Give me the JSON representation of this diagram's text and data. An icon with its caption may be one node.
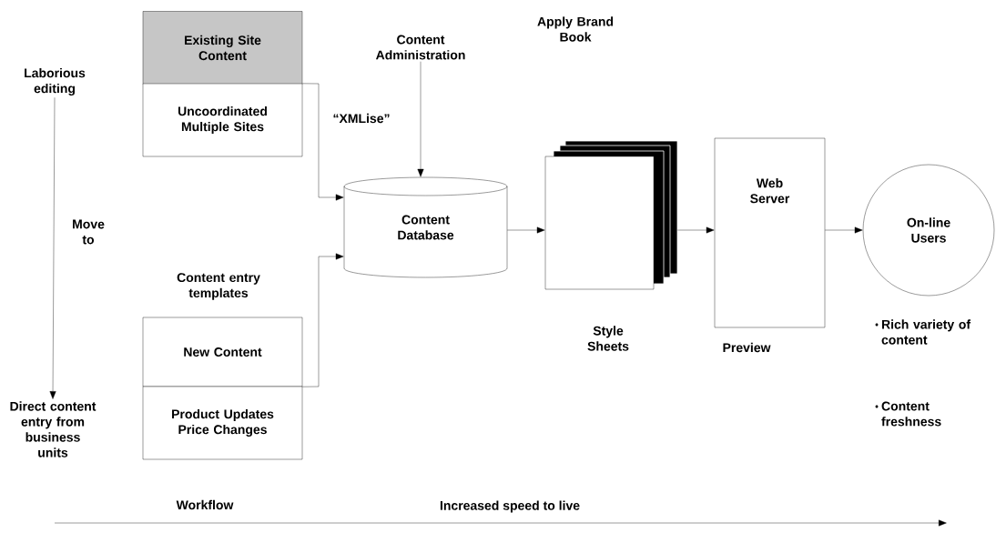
{
  "diagram": {
    "nodes": [
      {
        "text": [
          "Laborious editing"
        ]
      },
      {
        "text": [
          "Direct content entry from business units"
        ]
      },
      {
        "text": [
          "Existing Site Content"
        ]
      },
      {
        "text": [
          "Uncoordinated Multiple Sites"
        ]
      },
      {
        "text": [
          "Content Administration"
        ]
      },
      {
        "text": [
          "Content Database"
        ]
      },
      {
        "text": [
          "New Content"
        ],
        "beside": [
          "Content entry templates"
        ]
      },
      {
        "text": [
          "Product Updates Price Changes"
        ],
        "beside": [
          "Workflow"
        ]
      },
      {
        "text": [],
        "shape": "box",
        "beside": [
          "Style Sheets"
        ]
      },
      {
        "text": [
          "Web Server"
        ],
        "beside": [
          "Preview"
        ]
      },
      {
        "text": [
          "On-line Users"
        ]
      }
    ],
    "edges": [
      {
        "from": 0,
        "to": 1,
        "arrow": "to",
        "label": "Move to"
      },
      {
        "from": 3,
        "to": 5,
        "arrow": "to",
        "label": "“XMLise”"
      },
      {
        "from": 6,
        "to": 5,
        "arrow": "to"
      },
      {
        "from": 4,
        "to": 5,
        "arrow": "to"
      },
      {
        "from": 5,
        "to": 8,
        "arrow": "to"
      },
      {
        "from": 8,
        "to": 9,
        "arrow": "to"
      },
      {
        "from": 9,
        "to": 10,
        "arrow": "to"
      }
    ],
    "labels": [
      "Apply Brand Book",
      "Rich variety of content",
      "Content freshness",
      "Increased speed to live"
    ]
  }
}
